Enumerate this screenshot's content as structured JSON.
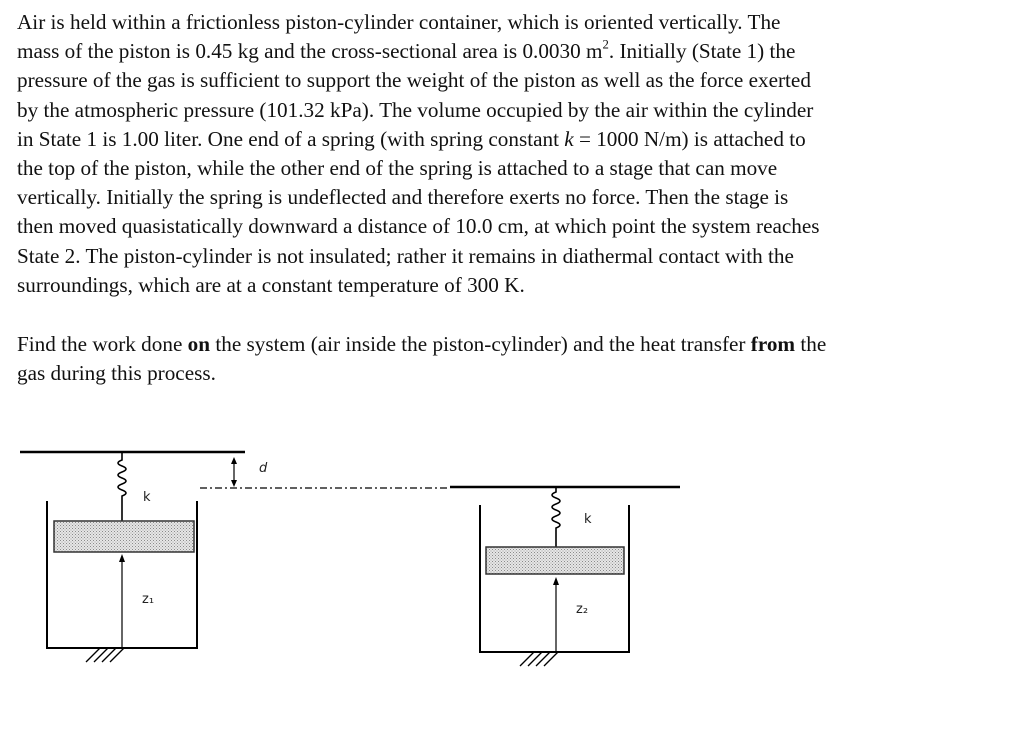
{
  "problem": {
    "para1_lines": [
      [
        "Air is held within a frictionless piston-cylinder container, which is oriented vertically.   The"
      ],
      [
        "mass of the piston is 0.45 kg and the cross-sectional area is 0.0030 m",
        {
          "sup": "2"
        },
        ".   Initially (State 1) the"
      ],
      [
        "pressure of the gas is sufficient to support the weight of the piston as well as the force exerted"
      ],
      [
        "by the atmospheric pressure (101.32 kPa).   The volume occupied by the air within the cylinder"
      ],
      [
        "in State 1 is 1.00 liter.  One end of a spring (with spring constant ",
        {
          "i": "k"
        },
        " = 1000 N/m) is attached to"
      ],
      [
        "the top of the piston, while the other end of the spring is attached to a stage that can move"
      ],
      [
        "vertically.  Initially the spring is undeflected and therefore exerts no force.   Then the stage is"
      ],
      [
        "then moved quasistatically downward a distance of 10.0 cm, at which point the system reaches"
      ],
      [
        "State 2.  The piston-cylinder is not insulated; rather it remains in diathermal contact with the"
      ],
      [
        "surroundings, which are at a constant temperature of 300 K."
      ]
    ],
    "para2_lines": [
      [
        "Find the work done ",
        {
          "b": "on"
        },
        " the system (air inside the piston-cylinder) and the heat transfer ",
        {
          "b": "from"
        },
        " the"
      ],
      [
        "gas during this process."
      ]
    ]
  },
  "figure": {
    "spring_label_1": "k",
    "spring_label_2": "k",
    "displacement_label": "d",
    "height_label_1": "z₁",
    "height_label_2": "z₂"
  }
}
